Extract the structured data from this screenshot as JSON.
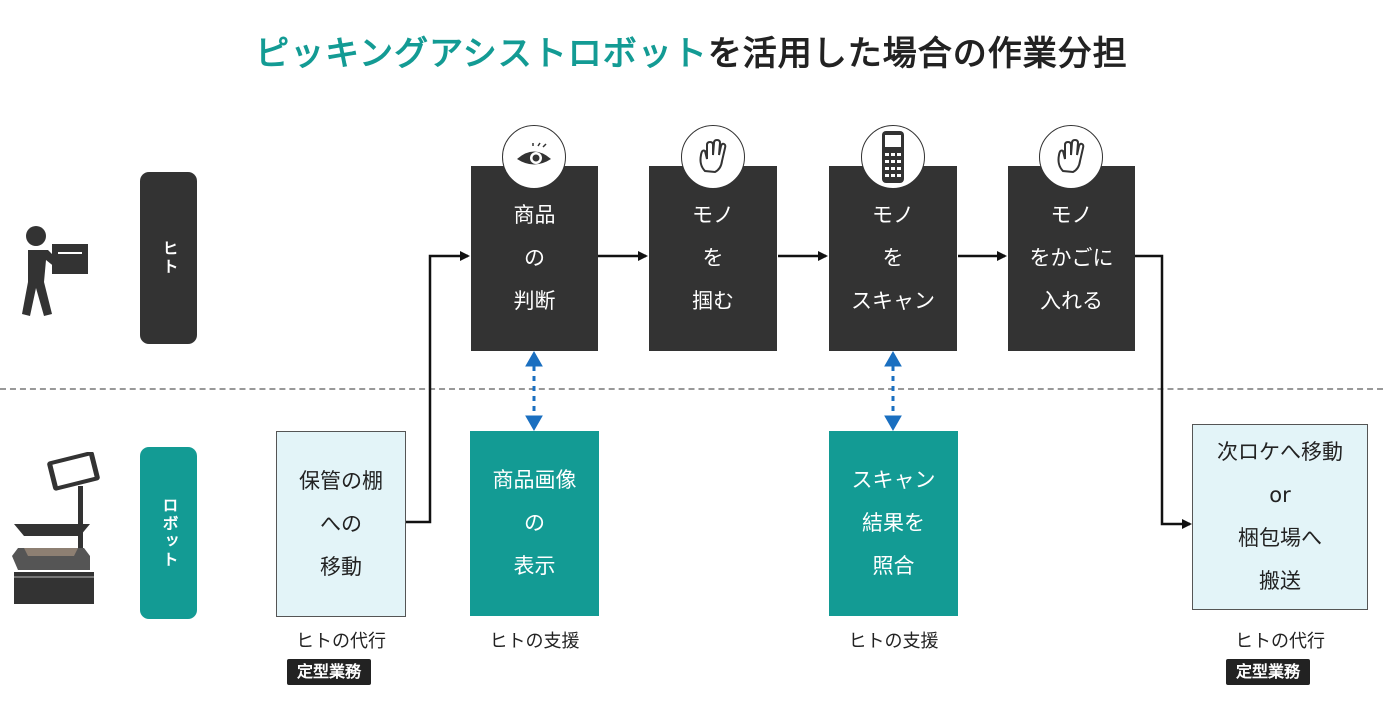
{
  "title": {
    "accent": "ピッキングアシストロボット",
    "rest": "を活用した場合の作業分担"
  },
  "lanes": {
    "human": "ヒト",
    "robot": "ロボット"
  },
  "human_steps": [
    {
      "lines": [
        "商品",
        "の",
        "判断"
      ],
      "icon": "eye-icon"
    },
    {
      "lines": [
        "モノ",
        "を",
        "掴む"
      ],
      "icon": "hand-icon"
    },
    {
      "lines": [
        "モノ",
        "を",
        "スキャン"
      ],
      "icon": "scanner-icon"
    },
    {
      "lines": [
        "モノ",
        "をかごに",
        "入れる"
      ],
      "icon": "hand-icon"
    }
  ],
  "robot_steps": [
    {
      "lines": [
        "保管の棚",
        "への",
        "移動"
      ],
      "caption": "ヒトの代行",
      "tag": "定型業務"
    },
    {
      "lines": [
        "商品画像",
        "の",
        "表示"
      ],
      "caption": "ヒトの支援"
    },
    {
      "lines": [
        "スキャン",
        "結果を",
        "照合"
      ],
      "caption": "ヒトの支援"
    },
    {
      "lines": [
        "次ロケへ移動",
        "or",
        "梱包場へ",
        "搬送"
      ],
      "caption": "ヒトの代行",
      "tag": "定型業務"
    }
  ],
  "colors": {
    "accent": "#139b94",
    "dark": "#333333",
    "light_box": "#e3f4f8",
    "support_arrow": "#1a6fc0"
  }
}
